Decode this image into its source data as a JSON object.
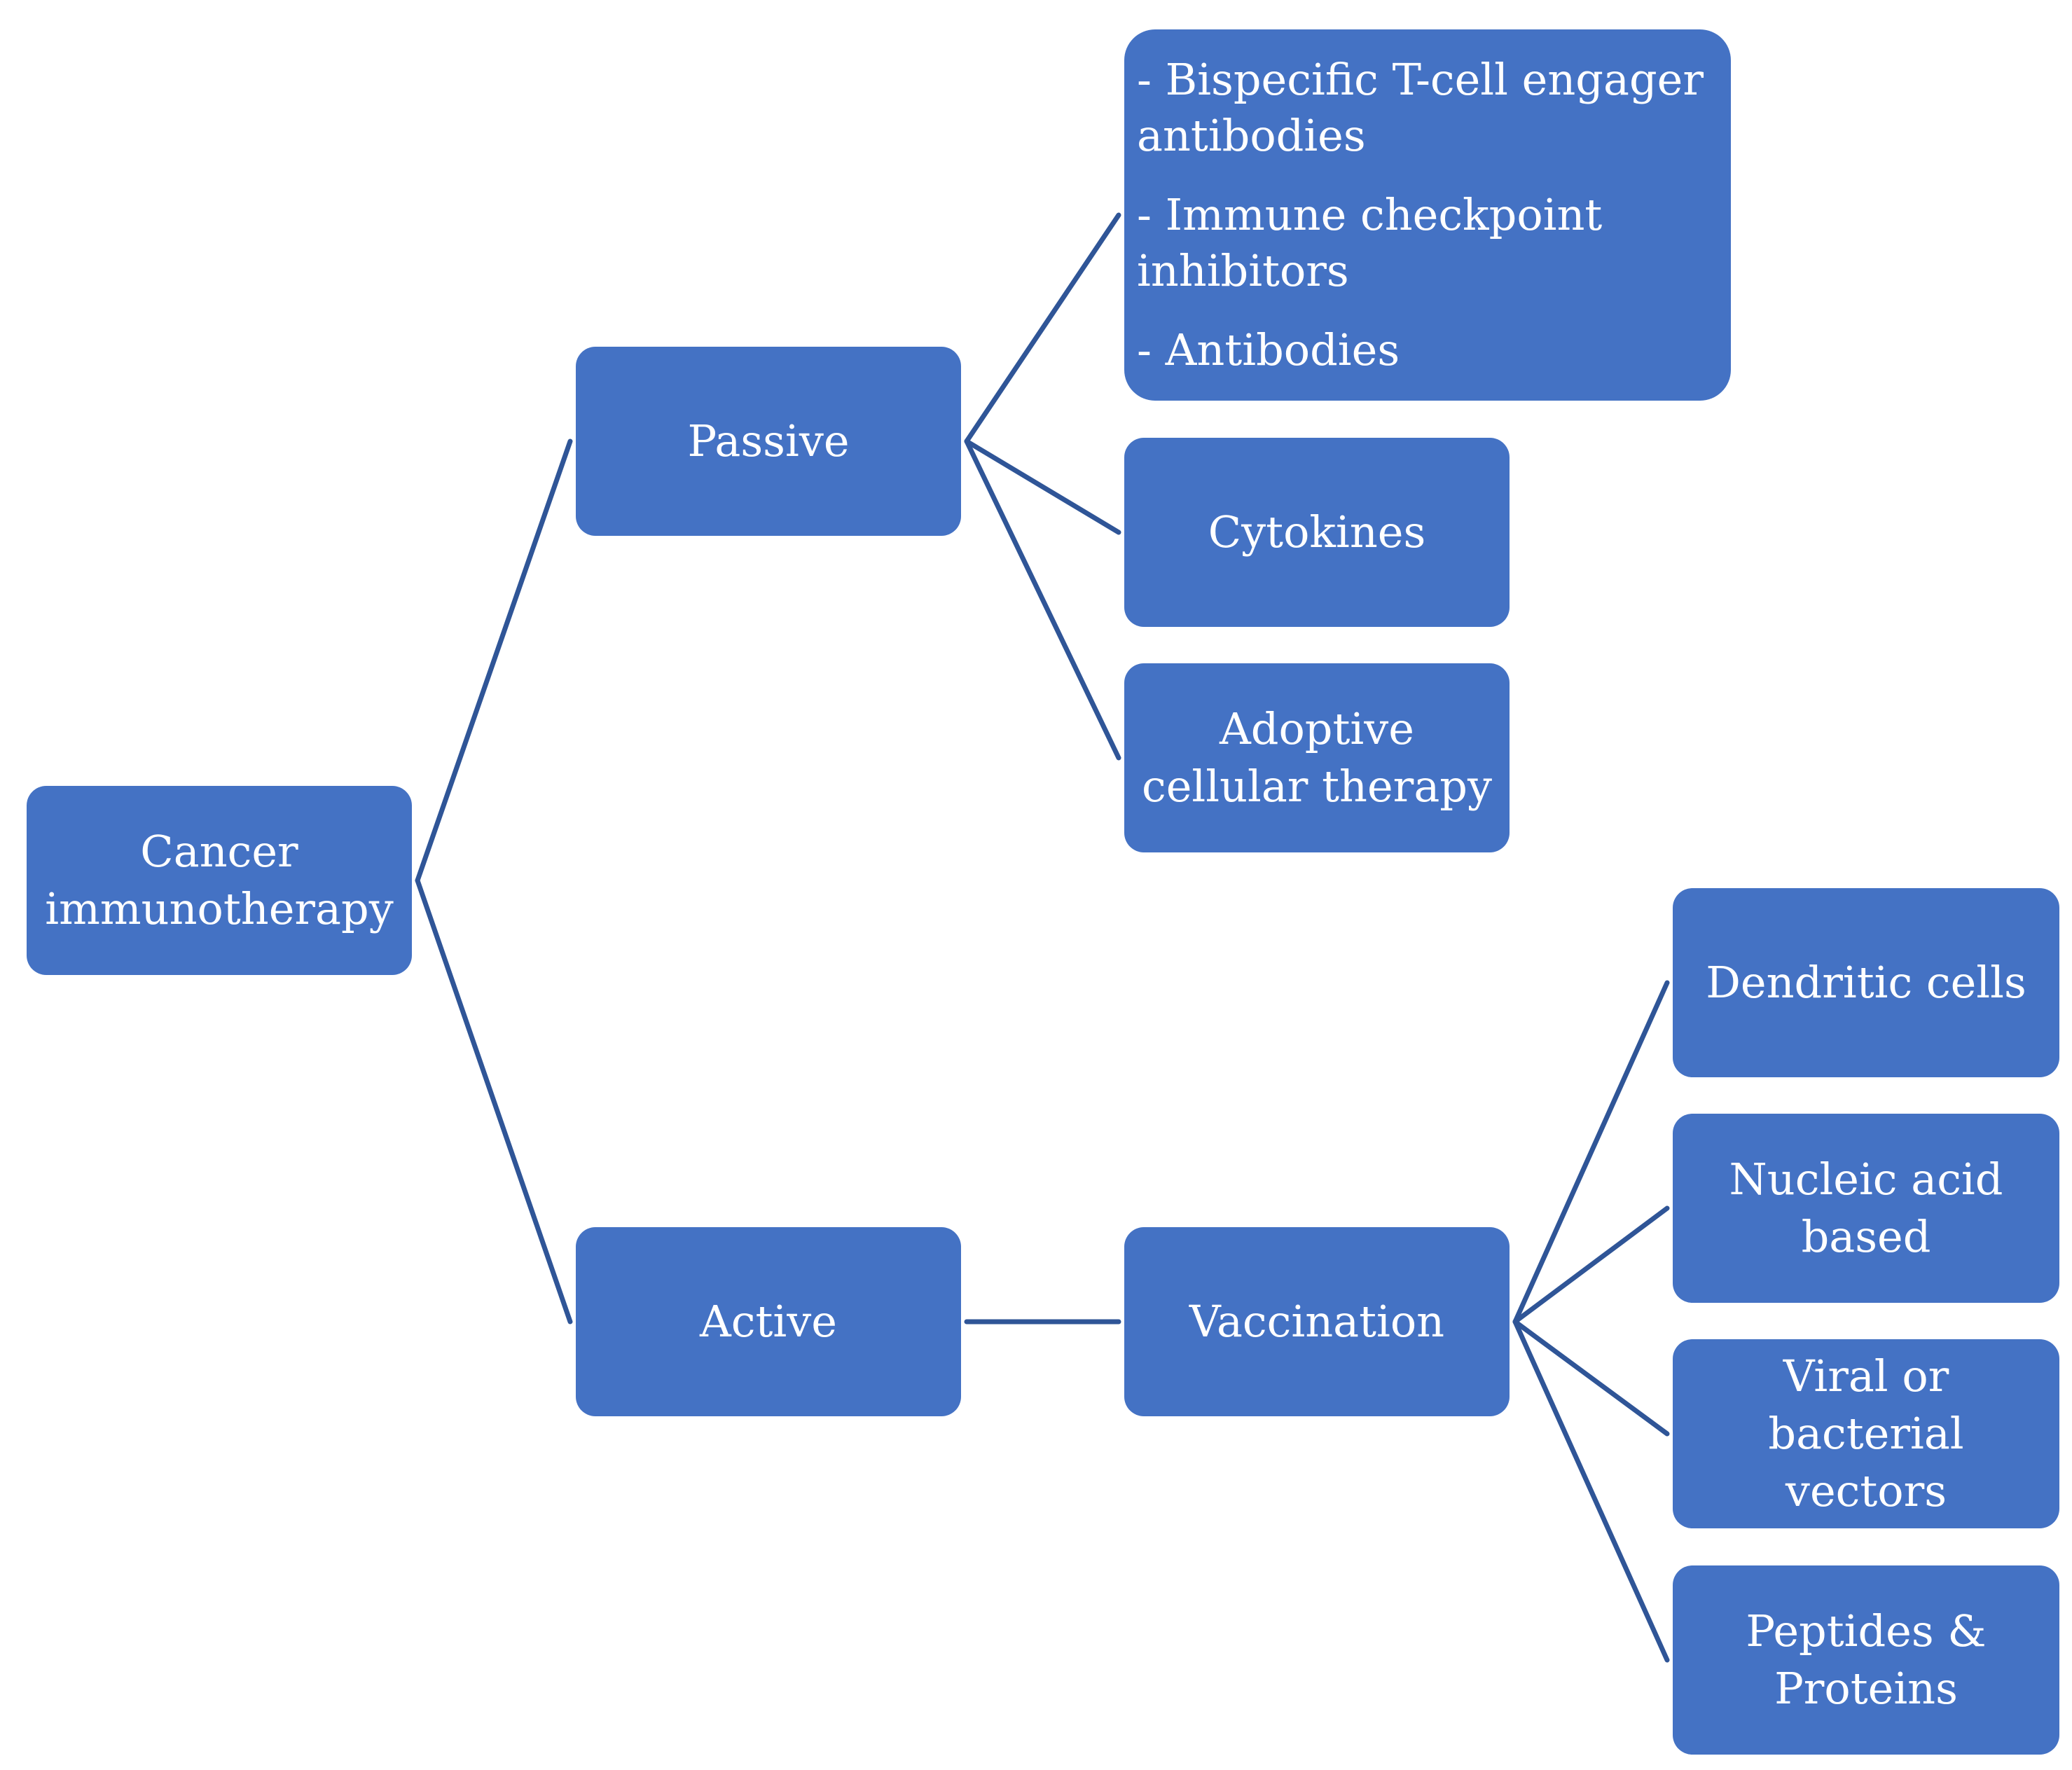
{
  "diagram": {
    "line_color": "#2f5597",
    "node_color": "#4472c4",
    "text_color": "#ffffff",
    "nodes": {
      "root": "Cancer immunotherapy",
      "passive": "Passive",
      "active": "Active",
      "passive_list": [
        "- Bispecific T-cell engager antibodies",
        "- Immune checkpoint inhibitors",
        "- Antibodies"
      ],
      "cytokines": "Cytokines",
      "adoptive": "Adoptive cellular therapy",
      "vaccination": "Vaccination",
      "dendritic": "Dendritic cells",
      "nucleic": "Nucleic acid based",
      "viral": "Viral or bacterial vectors",
      "peptides": "Peptides & Proteins"
    },
    "edges": [
      [
        "root",
        "passive"
      ],
      [
        "root",
        "active"
      ],
      [
        "passive",
        "passive_list"
      ],
      [
        "passive",
        "cytokines"
      ],
      [
        "passive",
        "adoptive"
      ],
      [
        "active",
        "vaccination"
      ],
      [
        "vaccination",
        "dendritic"
      ],
      [
        "vaccination",
        "nucleic"
      ],
      [
        "vaccination",
        "viral"
      ],
      [
        "vaccination",
        "peptides"
      ]
    ]
  }
}
